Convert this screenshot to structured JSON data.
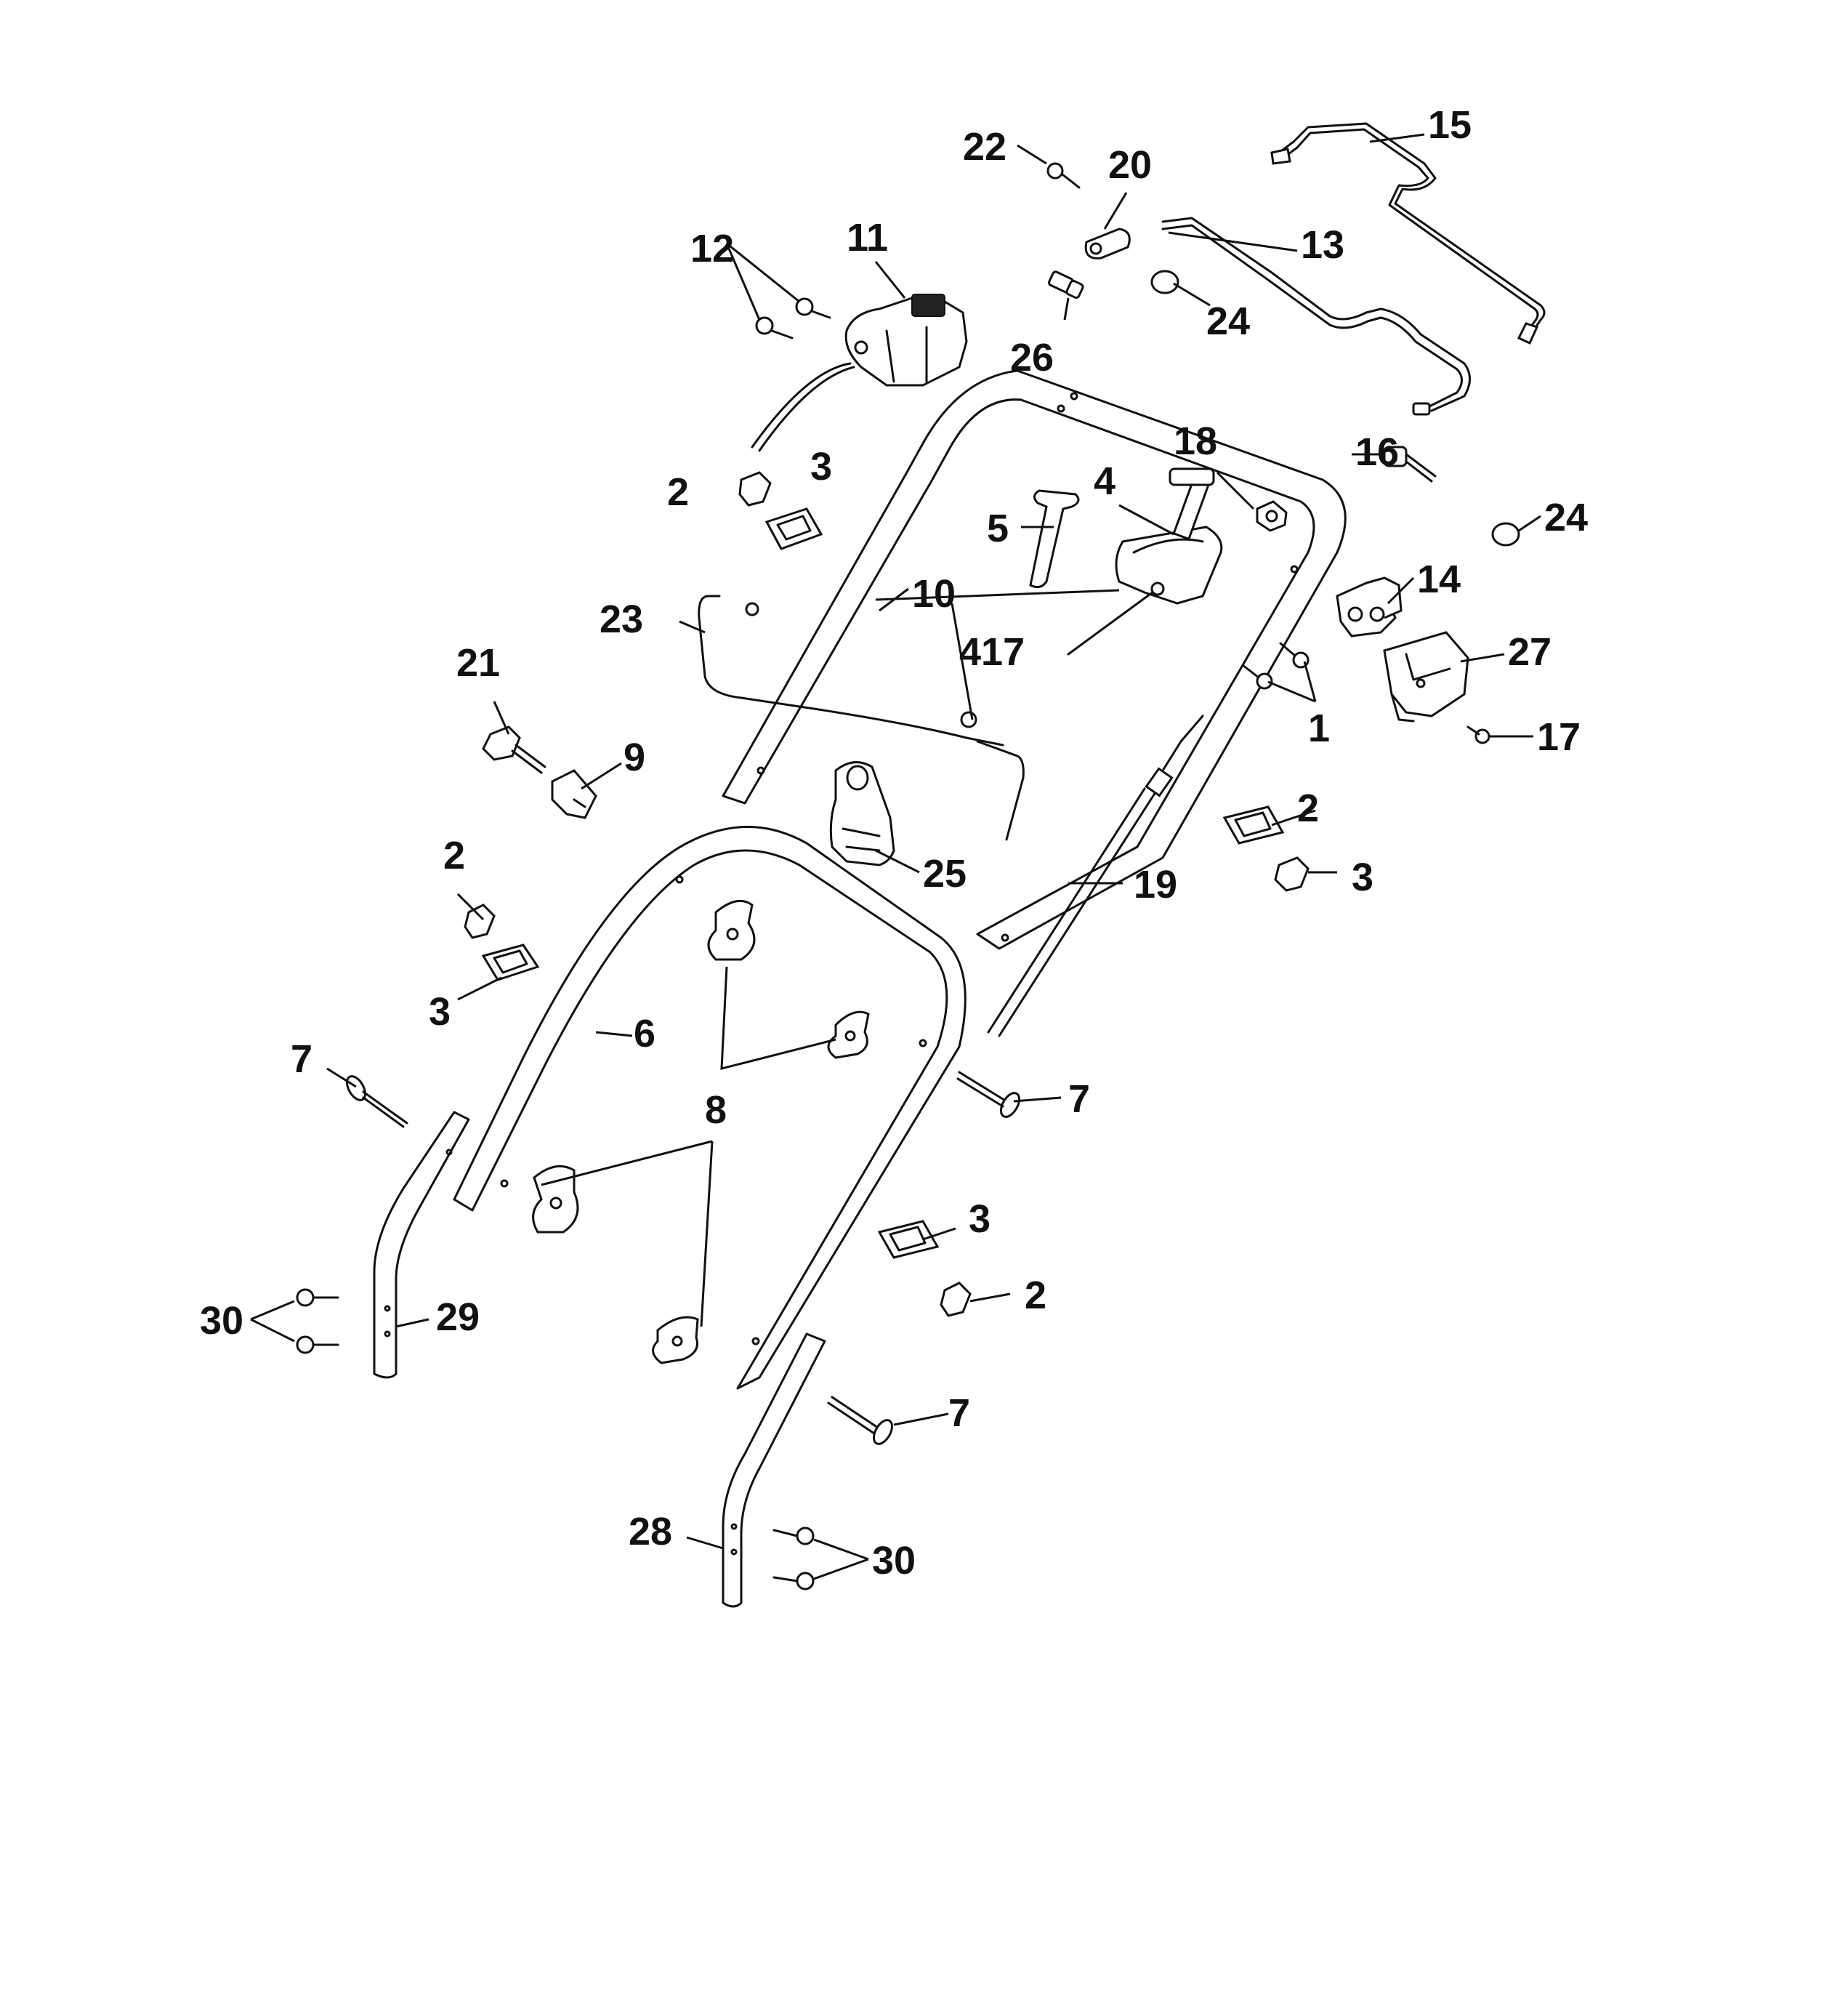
{
  "diagram": {
    "labels": {
      "l1": "1",
      "l2a": "2",
      "l2b": "2",
      "l2c": "2",
      "l2d": "2",
      "l3a": "3",
      "l3b": "3",
      "l3c": "3",
      "l3d": "3",
      "l4": "4",
      "l5": "5",
      "l6": "6",
      "l7a": "7",
      "l7b": "7",
      "l7c": "7",
      "l8": "8",
      "l9": "9",
      "l10": "10",
      "l11": "11",
      "l12": "12",
      "l13": "13",
      "l14": "14",
      "l15": "15",
      "l16": "16",
      "l17": "17",
      "l18": "18",
      "l19": "19",
      "l20": "20",
      "l21": "21",
      "l22": "22",
      "l23": "23",
      "l24a": "24",
      "l24b": "24",
      "l25": "25",
      "l26": "26",
      "l27": "27",
      "l28": "28",
      "l29": "29",
      "l30a": "30",
      "l30b": "30",
      "l417": "417"
    }
  }
}
